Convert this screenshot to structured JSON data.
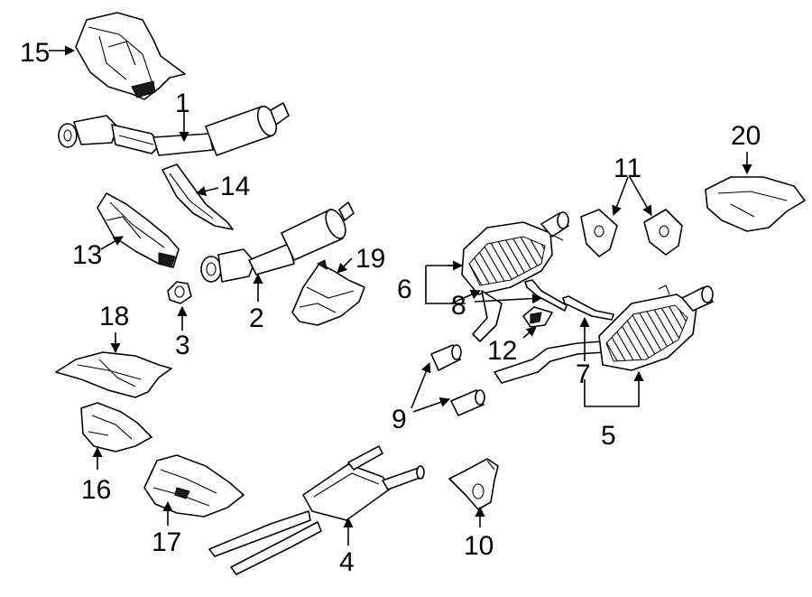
{
  "colors": {
    "ink": "#000000",
    "background": "#ffffff"
  },
  "callouts": [
    {
      "id": "1",
      "text": "1"
    },
    {
      "id": "2",
      "text": "2"
    },
    {
      "id": "3",
      "text": "3"
    },
    {
      "id": "4",
      "text": "4"
    },
    {
      "id": "5",
      "text": "5"
    },
    {
      "id": "6",
      "text": "6"
    },
    {
      "id": "7",
      "text": "7"
    },
    {
      "id": "8",
      "text": "8"
    },
    {
      "id": "9",
      "text": "9"
    },
    {
      "id": "10",
      "text": "10"
    },
    {
      "id": "11",
      "text": "11"
    },
    {
      "id": "12",
      "text": "12"
    },
    {
      "id": "13",
      "text": "13"
    },
    {
      "id": "14",
      "text": "14"
    },
    {
      "id": "15",
      "text": "15"
    },
    {
      "id": "16",
      "text": "16"
    },
    {
      "id": "17",
      "text": "17"
    },
    {
      "id": "18",
      "text": "18"
    },
    {
      "id": "19",
      "text": "19"
    },
    {
      "id": "20",
      "text": "20"
    }
  ]
}
